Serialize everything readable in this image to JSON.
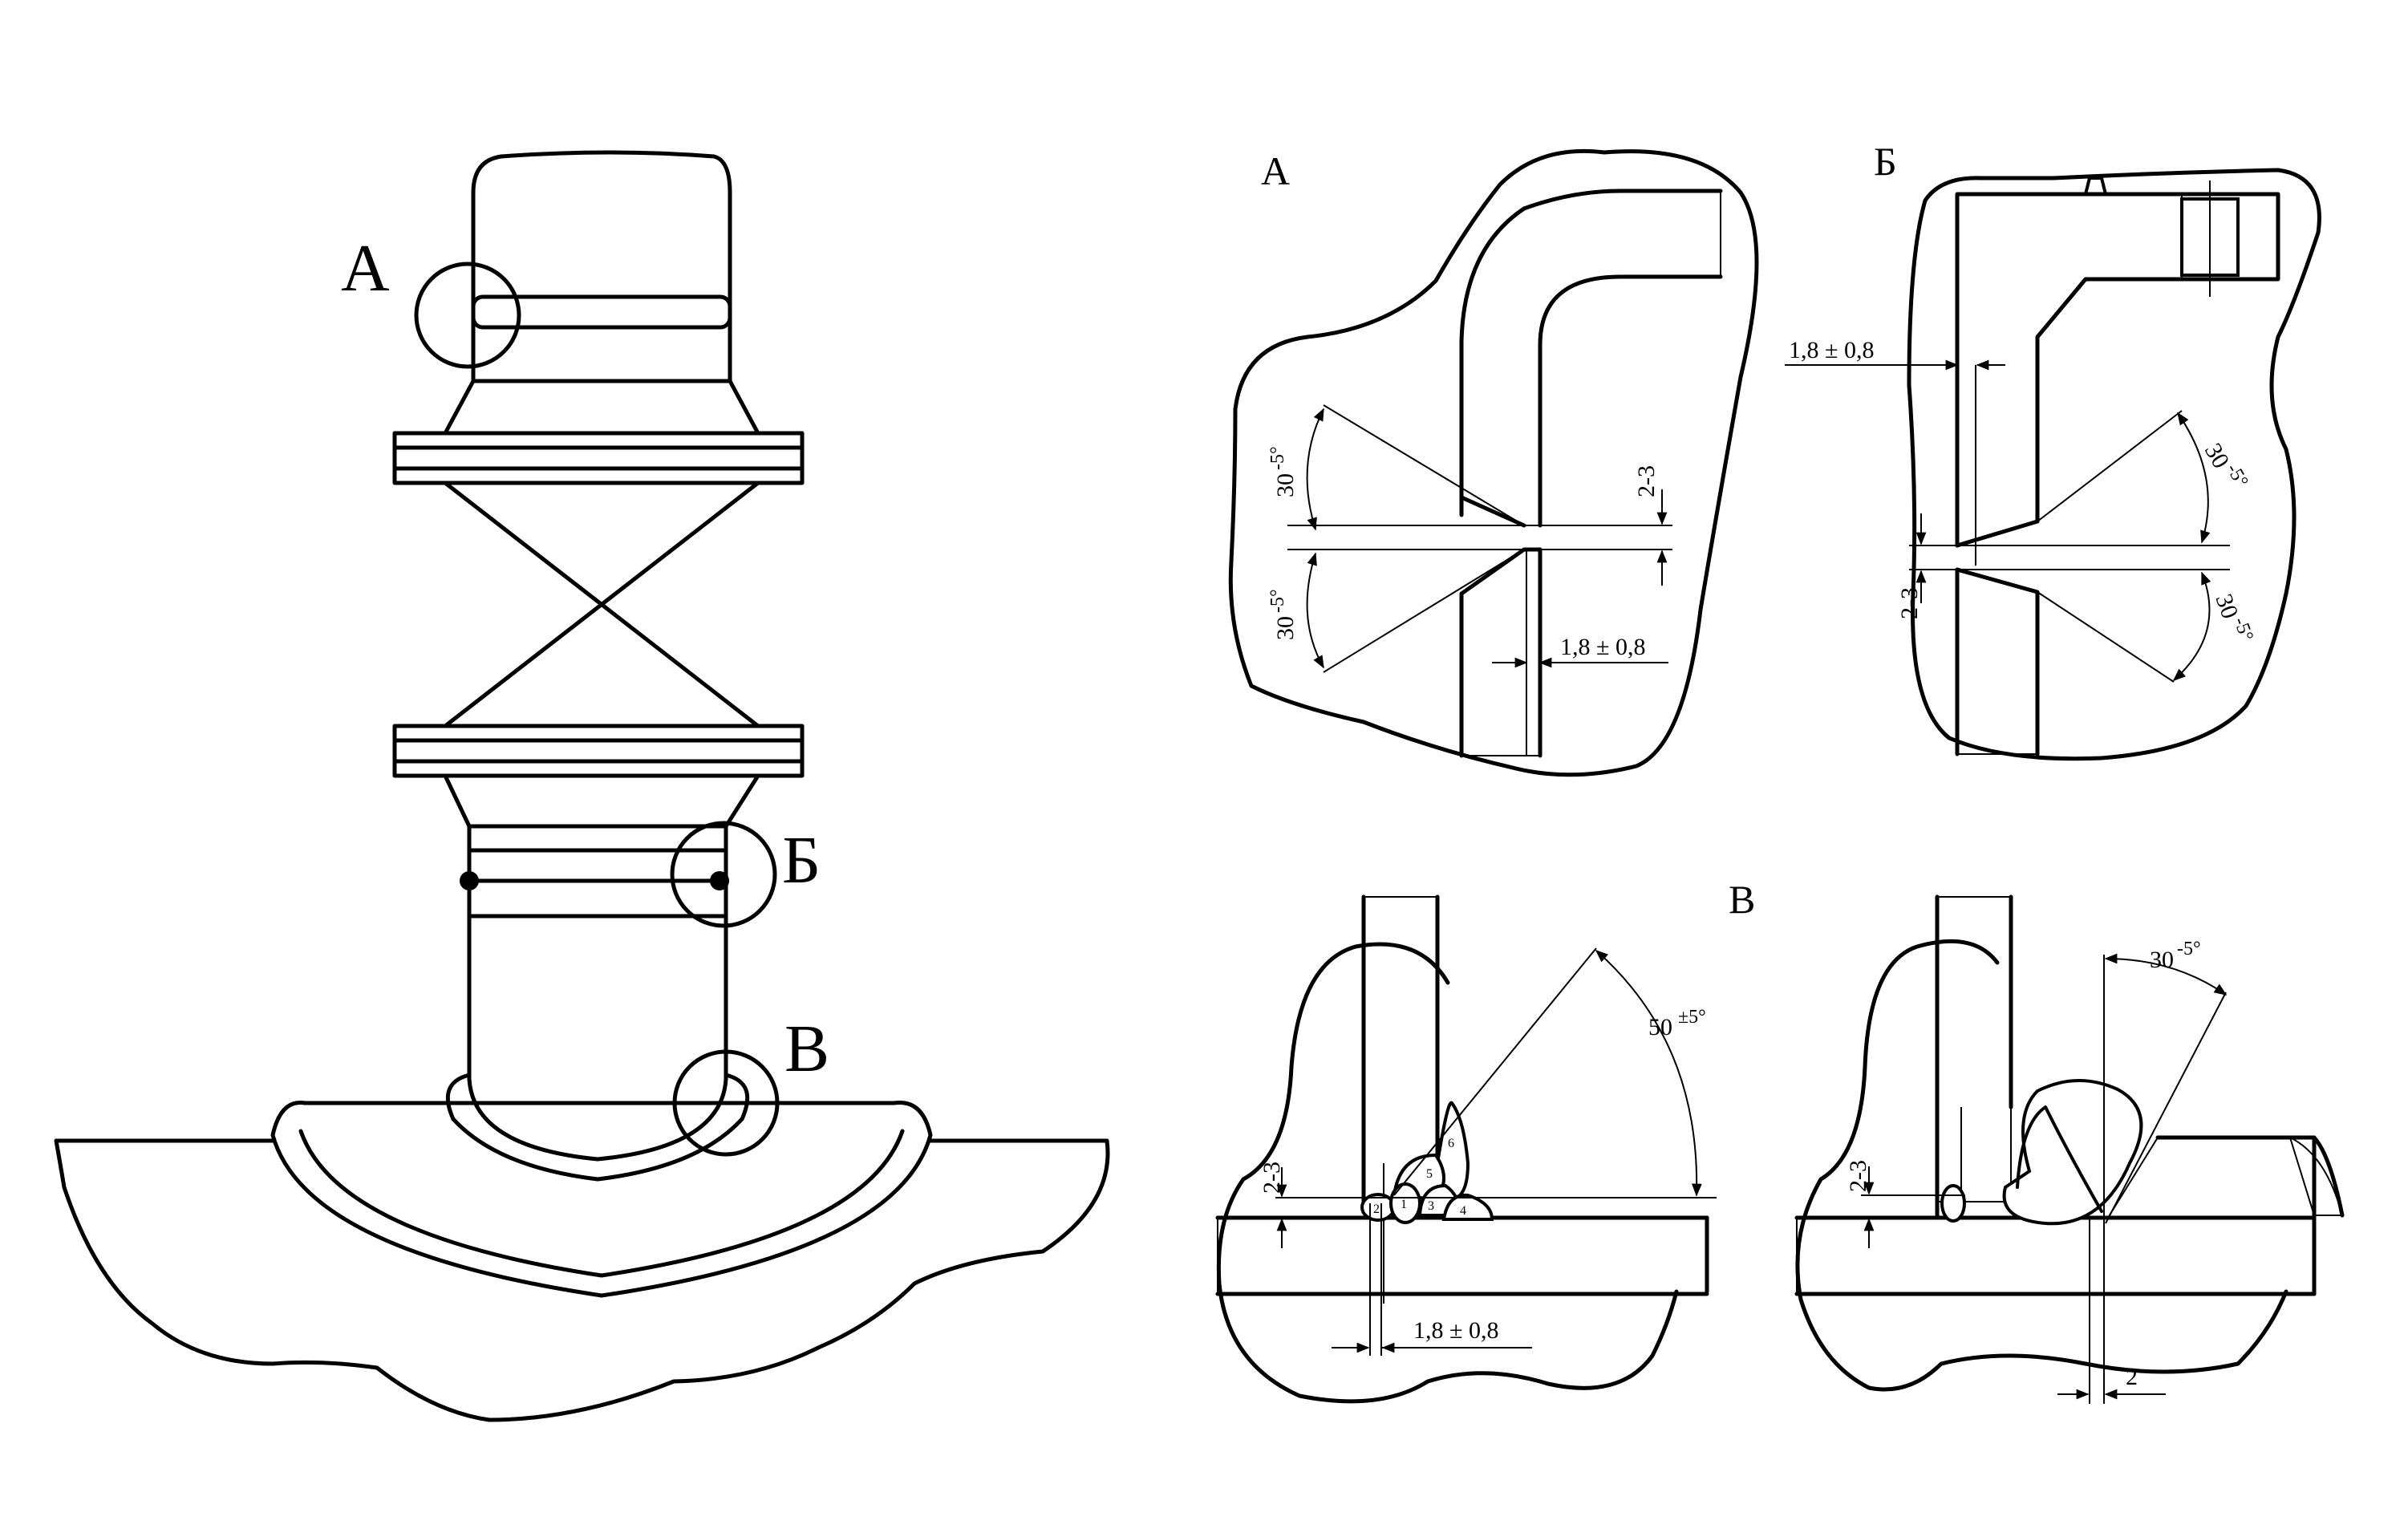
{
  "labels": {
    "overview_a": "А",
    "overview_b": "Б",
    "overview_v": "В",
    "detail_a_title": "А",
    "detail_b_title": "Б",
    "detail_v_title": "В"
  },
  "detail_a": {
    "angle_top": "30",
    "angle_top_tol": "-5°",
    "angle_bottom": "30",
    "angle_bottom_tol": "-5°",
    "gap": "2-3",
    "root_face": "1,8 ± 0,8"
  },
  "detail_b": {
    "root_face": "1,8 ± 0,8",
    "angle_top": "30",
    "angle_top_tol": "-5°",
    "angle_bottom": "30",
    "angle_bottom_tol": "-5°",
    "gap": "2-3"
  },
  "detail_v_left": {
    "angle": "50",
    "angle_tol": "±5°",
    "gap": "2-3",
    "root_face": "1,8 ± 0,8",
    "passes": [
      "1",
      "2",
      "3",
      "4",
      "5",
      "6"
    ]
  },
  "detail_v_right": {
    "angle": "30",
    "angle_tol": "-5°",
    "gap": "2-3",
    "offset": "2"
  }
}
